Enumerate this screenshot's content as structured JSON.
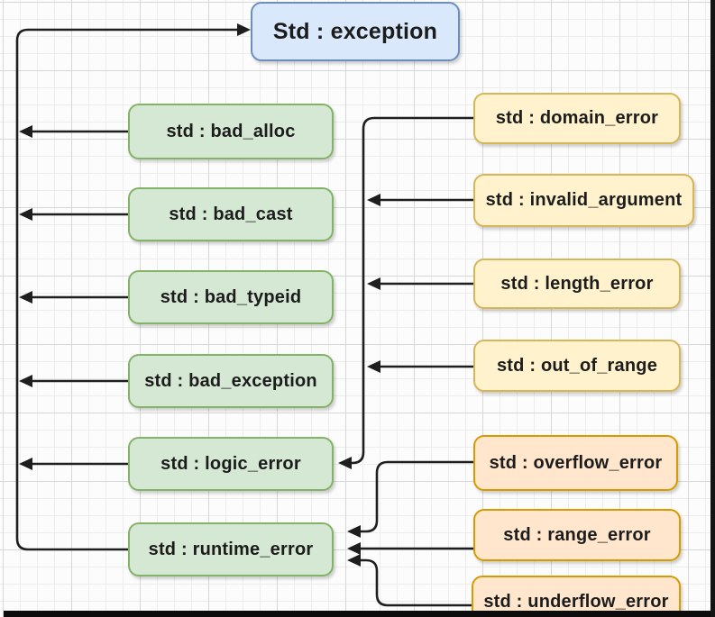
{
  "nodes": {
    "exception": {
      "label": "Std : exception"
    },
    "bad_alloc": {
      "label": "std : bad_alloc"
    },
    "bad_cast": {
      "label": "std : bad_cast"
    },
    "bad_typeid": {
      "label": "std : bad_typeid"
    },
    "bad_exception": {
      "label": "std : bad_exception"
    },
    "logic_error": {
      "label": "std : logic_error"
    },
    "runtime_error": {
      "label": "std : runtime_error"
    },
    "domain_error": {
      "label": "std : domain_error"
    },
    "invalid_argument": {
      "label": "std : invalid_argument"
    },
    "length_error": {
      "label": "std : length_error"
    },
    "out_of_range": {
      "label": "std : out_of_range"
    },
    "overflow_error": {
      "label": "std : overflow_error"
    },
    "range_error": {
      "label": "std : range_error"
    },
    "underflow_error": {
      "label": "std : underflow_error"
    }
  },
  "edges": [
    {
      "from": "bad_alloc",
      "to": "exception"
    },
    {
      "from": "bad_cast",
      "to": "exception"
    },
    {
      "from": "bad_typeid",
      "to": "exception"
    },
    {
      "from": "bad_exception",
      "to": "exception"
    },
    {
      "from": "logic_error",
      "to": "exception"
    },
    {
      "from": "runtime_error",
      "to": "exception"
    },
    {
      "from": "domain_error",
      "to": "logic_error"
    },
    {
      "from": "invalid_argument",
      "to": "logic_error"
    },
    {
      "from": "length_error",
      "to": "logic_error"
    },
    {
      "from": "out_of_range",
      "to": "logic_error"
    },
    {
      "from": "overflow_error",
      "to": "runtime_error"
    },
    {
      "from": "range_error",
      "to": "runtime_error"
    },
    {
      "from": "underflow_error",
      "to": "runtime_error"
    }
  ],
  "colors": {
    "root_fill": "#dae8fc",
    "root_stroke": "#6c8ebf",
    "left_fill": "#d5e8d4",
    "left_stroke": "#82b366",
    "logic_children_fill": "#fff2cc",
    "logic_children_stroke": "#d6b656",
    "runtime_children_fill": "#ffe6cc",
    "runtime_children_stroke": "#d79b00",
    "connector": "#1e1e1e"
  }
}
